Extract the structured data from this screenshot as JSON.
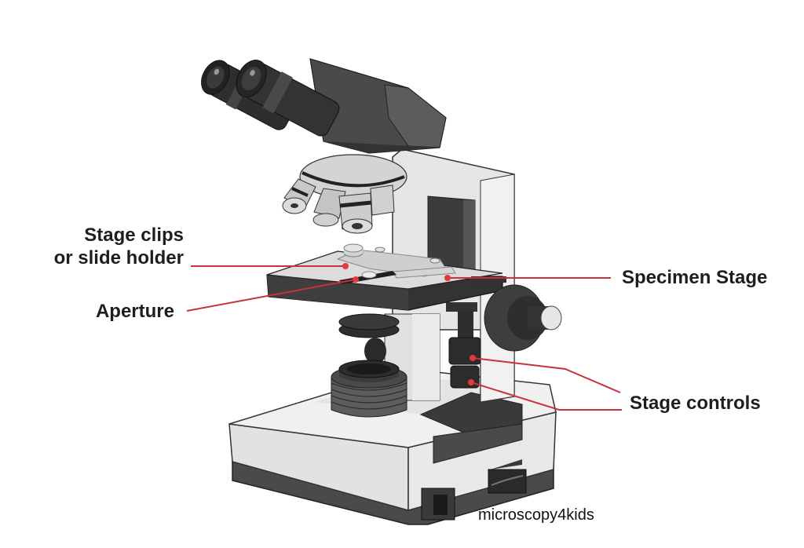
{
  "diagram": {
    "subject": "Compound light microscope",
    "labels": [
      {
        "id": "stage-clips",
        "line1": "Stage clips",
        "line2": "or slide holder"
      },
      {
        "id": "aperture",
        "text": "Aperture"
      },
      {
        "id": "specimen-stage",
        "text": "Specimen Stage"
      },
      {
        "id": "stage-controls",
        "text": "Stage controls"
      }
    ],
    "credit": "microscopy4kids",
    "colors": {
      "pointer": "#c8323a",
      "dot": "#e03a3a",
      "label_text": "#1e1e1e",
      "body_light": "#e6e6e6",
      "body_dark": "#3a3a3a"
    }
  }
}
